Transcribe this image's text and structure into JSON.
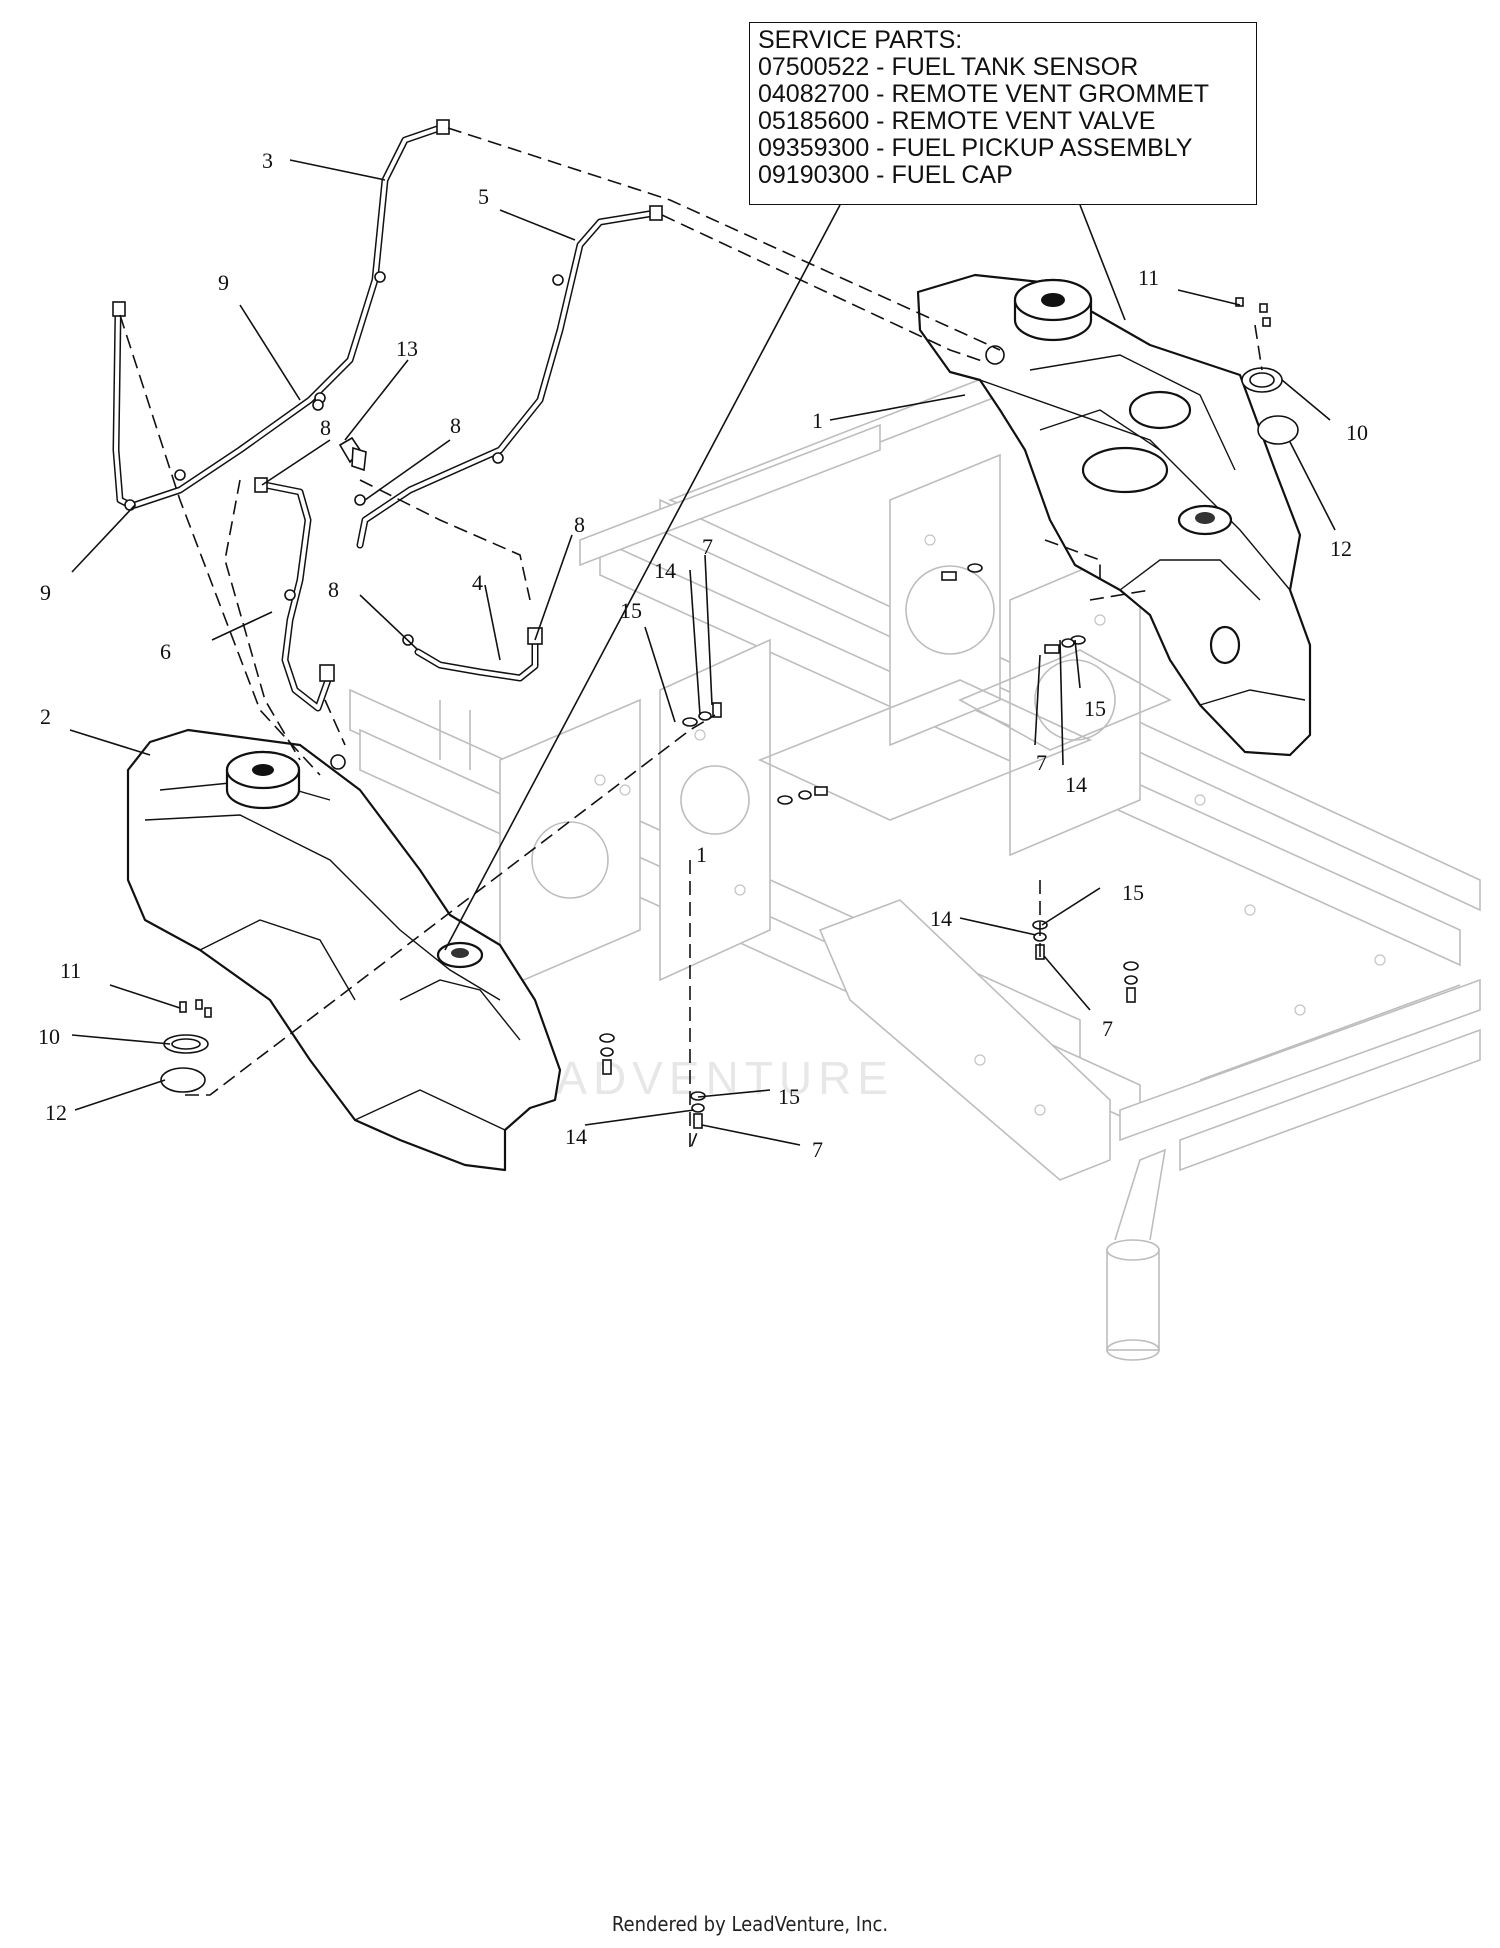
{
  "service_parts": {
    "title": "SERVICE PARTS:",
    "items": [
      "07500522 - FUEL TANK SENSOR",
      "04082700 - REMOTE VENT GROMMET",
      "05185600 - REMOTE VENT VALVE",
      "09359300 - FUEL PICKUP ASSEMBLY",
      "09190300 - FUEL CAP"
    ]
  },
  "callouts": {
    "c1a": "1",
    "c1b": "1",
    "c2": "2",
    "c3": "3",
    "c4": "4",
    "c5": "5",
    "c6": "6",
    "c7a": "7",
    "c7b": "7",
    "c7c": "7",
    "c7d": "7",
    "c8a": "8",
    "c8b": "8",
    "c8c": "8",
    "c8d": "8",
    "c9a": "9",
    "c9b": "9",
    "c10a": "10",
    "c10b": "10",
    "c11a": "11",
    "c11b": "11",
    "c12a": "12",
    "c12b": "12",
    "c13": "13",
    "c14a": "14",
    "c14b": "14",
    "c14c": "14",
    "c14d": "14",
    "c15a": "15",
    "c15b": "15",
    "c15c": "15",
    "c15d": "15"
  },
  "watermark": "LEADVENTURE",
  "footer": "Rendered by LeadVenture, Inc."
}
